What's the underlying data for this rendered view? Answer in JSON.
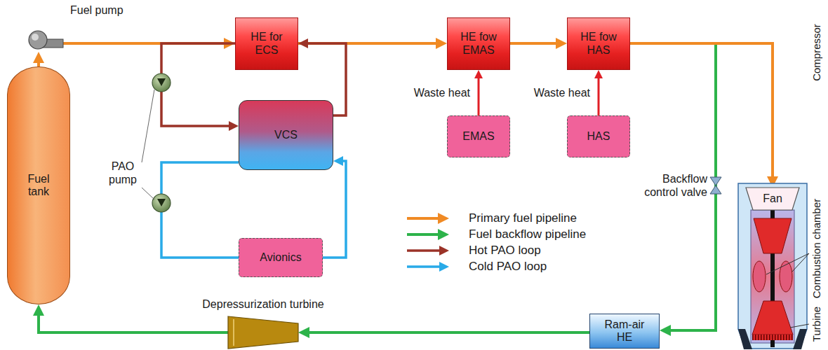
{
  "diagram": {
    "nodes": [
      {
        "text": [
          "Fuel pump"
        ]
      },
      {
        "text": [
          "HE for ECS"
        ]
      },
      {
        "text": [
          "HE fow EMAS"
        ]
      },
      {
        "text": [
          "HE fow HAS"
        ]
      },
      {
        "text": [
          "EMAS"
        ]
      },
      {
        "text": [
          "HAS"
        ]
      },
      {
        "text": [
          "VCS"
        ]
      },
      {
        "text": [
          "Fuel tank"
        ]
      },
      {
        "text": [
          "Avionics"
        ]
      },
      {
        "text": [
          "Fan"
        ]
      },
      {
        "text": [
          "Ram-air HE"
        ]
      },
      {
        "text": [
          "Depressurization turbine"
        ]
      }
    ],
    "edges": [
      {
        "from": 7,
        "to": 0,
        "arrow": "to"
      },
      {
        "from": 0,
        "to": 1,
        "arrow": "to"
      },
      {
        "from": 1,
        "to": 2,
        "arrow": "to"
      },
      {
        "from": 2,
        "to": 3,
        "arrow": "to"
      },
      {
        "from": 3,
        "to": 9,
        "arrow": "to"
      },
      {
        "from": 4,
        "to": 2,
        "label": "Waste heat",
        "arrow": "to"
      },
      {
        "from": 5,
        "to": 3,
        "label": "Waste heat",
        "arrow": "to"
      },
      {
        "from": 6,
        "to": 1,
        "arrow": "to"
      },
      {
        "from": 1,
        "to": 6,
        "arrow": "to"
      },
      {
        "from": 6,
        "to": 8,
        "arrow": "none"
      },
      {
        "from": 8,
        "to": 6,
        "arrow": "to"
      },
      {
        "from": 3,
        "to": 10,
        "arrow": "to"
      },
      {
        "from": 10,
        "to": 11,
        "arrow": "to"
      },
      {
        "from": 11,
        "to": 7,
        "arrow": "to"
      }
    ],
    "labels": [
      "PAO pump",
      "Backflow control valve",
      "Compressor",
      "Combustion chamber",
      "Turbine"
    ],
    "legend": [
      {
        "text": "Primary fuel pipeline"
      },
      {
        "text": "Fuel backflow pipeline"
      },
      {
        "text": "Hot PAO loop"
      },
      {
        "text": "Cold PAO loop"
      }
    ]
  }
}
